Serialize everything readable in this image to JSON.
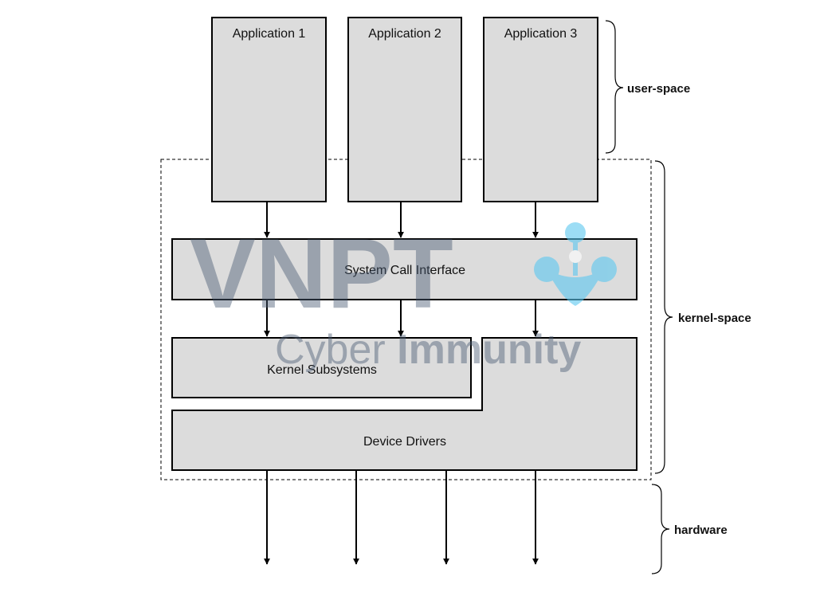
{
  "applications": [
    "Application 1",
    "Application 2",
    "Application 3"
  ],
  "layers": {
    "system_call_interface": "System Call Interface",
    "kernel_subsystems": "Kernel Subsystems",
    "device_drivers": "Device Drivers"
  },
  "regions": {
    "user_space": "user-space",
    "kernel_space": "kernel-space",
    "hardware": "hardware"
  },
  "watermark": {
    "brand": "VNPT",
    "tagline_part1": "Cyber",
    "tagline_part2": "Immunity",
    "logo_color": "#5bc8f0",
    "text_color": "#4a5a73"
  },
  "colors": {
    "box_fill": "#dcdcdc",
    "stroke": "#000000"
  }
}
